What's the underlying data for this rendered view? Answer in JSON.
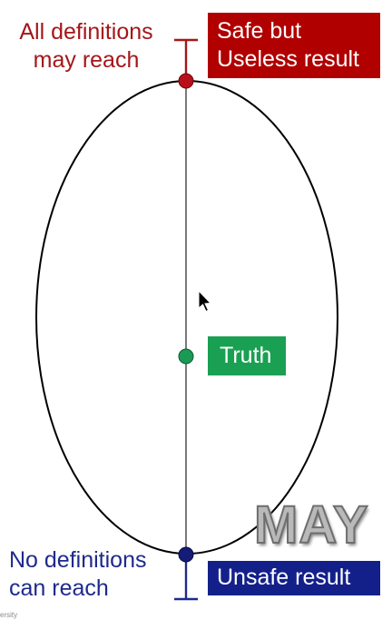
{
  "top_label": {
    "line1": "All definitions",
    "line2": "may reach"
  },
  "bottom_label": {
    "line1": "No definitions",
    "line2": "can reach"
  },
  "boxes": {
    "safe": {
      "line1": "Safe but",
      "line2": "Useless result",
      "color": "#b00000"
    },
    "truth": {
      "text": "Truth",
      "color": "#1aa052"
    },
    "unsafe": {
      "text": "Unsafe result",
      "color": "#14208a"
    }
  },
  "watermark": "MAY",
  "footer_text": "ersity",
  "colors": {
    "top_dot": "#b8101a",
    "middle_dot": "#1b9a55",
    "bottom_dot": "#141c78",
    "top_text": "#a4161a",
    "bottom_text": "#1e2a8c"
  },
  "icons": {
    "cursor": "mouse-pointer-icon"
  }
}
